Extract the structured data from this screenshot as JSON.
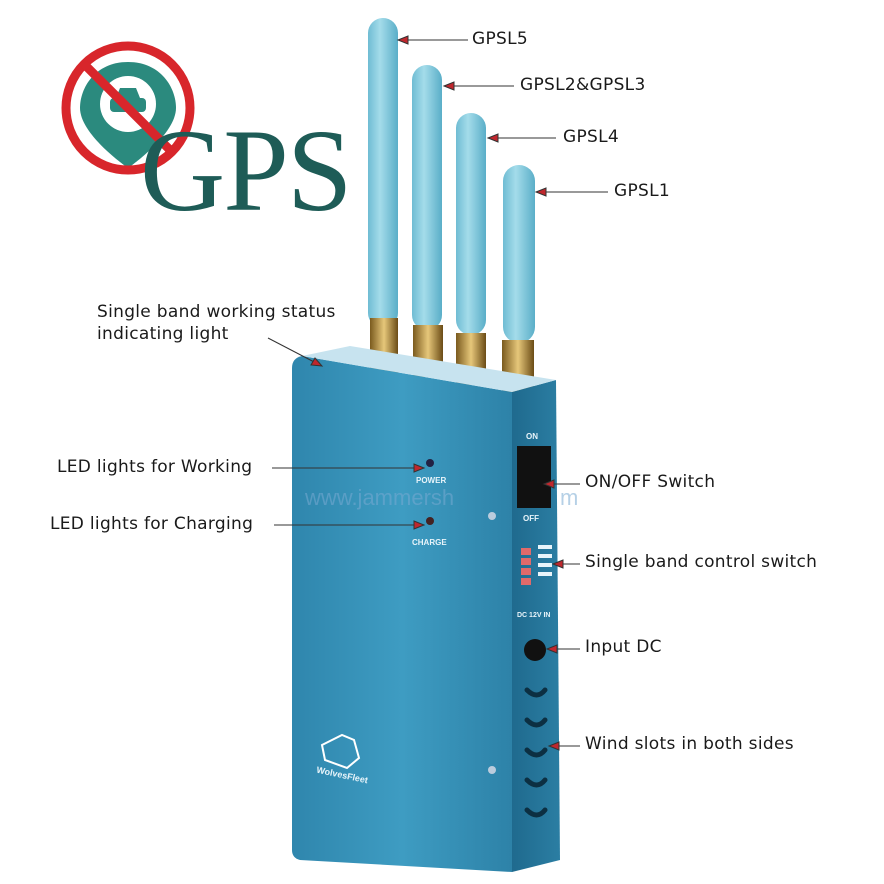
{
  "logo": {
    "text": "GPS",
    "icon": "no-car-gps-pin-icon",
    "colors": {
      "ring": "#d8262b",
      "pin": "#2b8a7e",
      "text": "#1e5c57"
    }
  },
  "device": {
    "body_color": "#3a93b8",
    "antenna_color": "#86cde0",
    "panel_labels": {
      "power": "POWER",
      "charge": "CHARGE",
      "on": "ON",
      "off": "OFF",
      "dc": "DC 12V IN"
    },
    "brand": "WolvesFleet",
    "watermark": [
      "www.jammersh",
      "m"
    ]
  },
  "annotations": {
    "antennas": [
      "GPSL5",
      "GPSL2&GPSL3",
      "GPSL4",
      "GPSL1"
    ],
    "status_light": [
      "Single band working status",
      "indicating light"
    ],
    "led_working": "LED lights for Working",
    "led_charging": "LED lights for Charging",
    "on_off": "ON/OFF Switch",
    "band_switch": "Single band control switch",
    "input_dc": "Input DC",
    "wind_slots": "Wind slots in both sides"
  }
}
